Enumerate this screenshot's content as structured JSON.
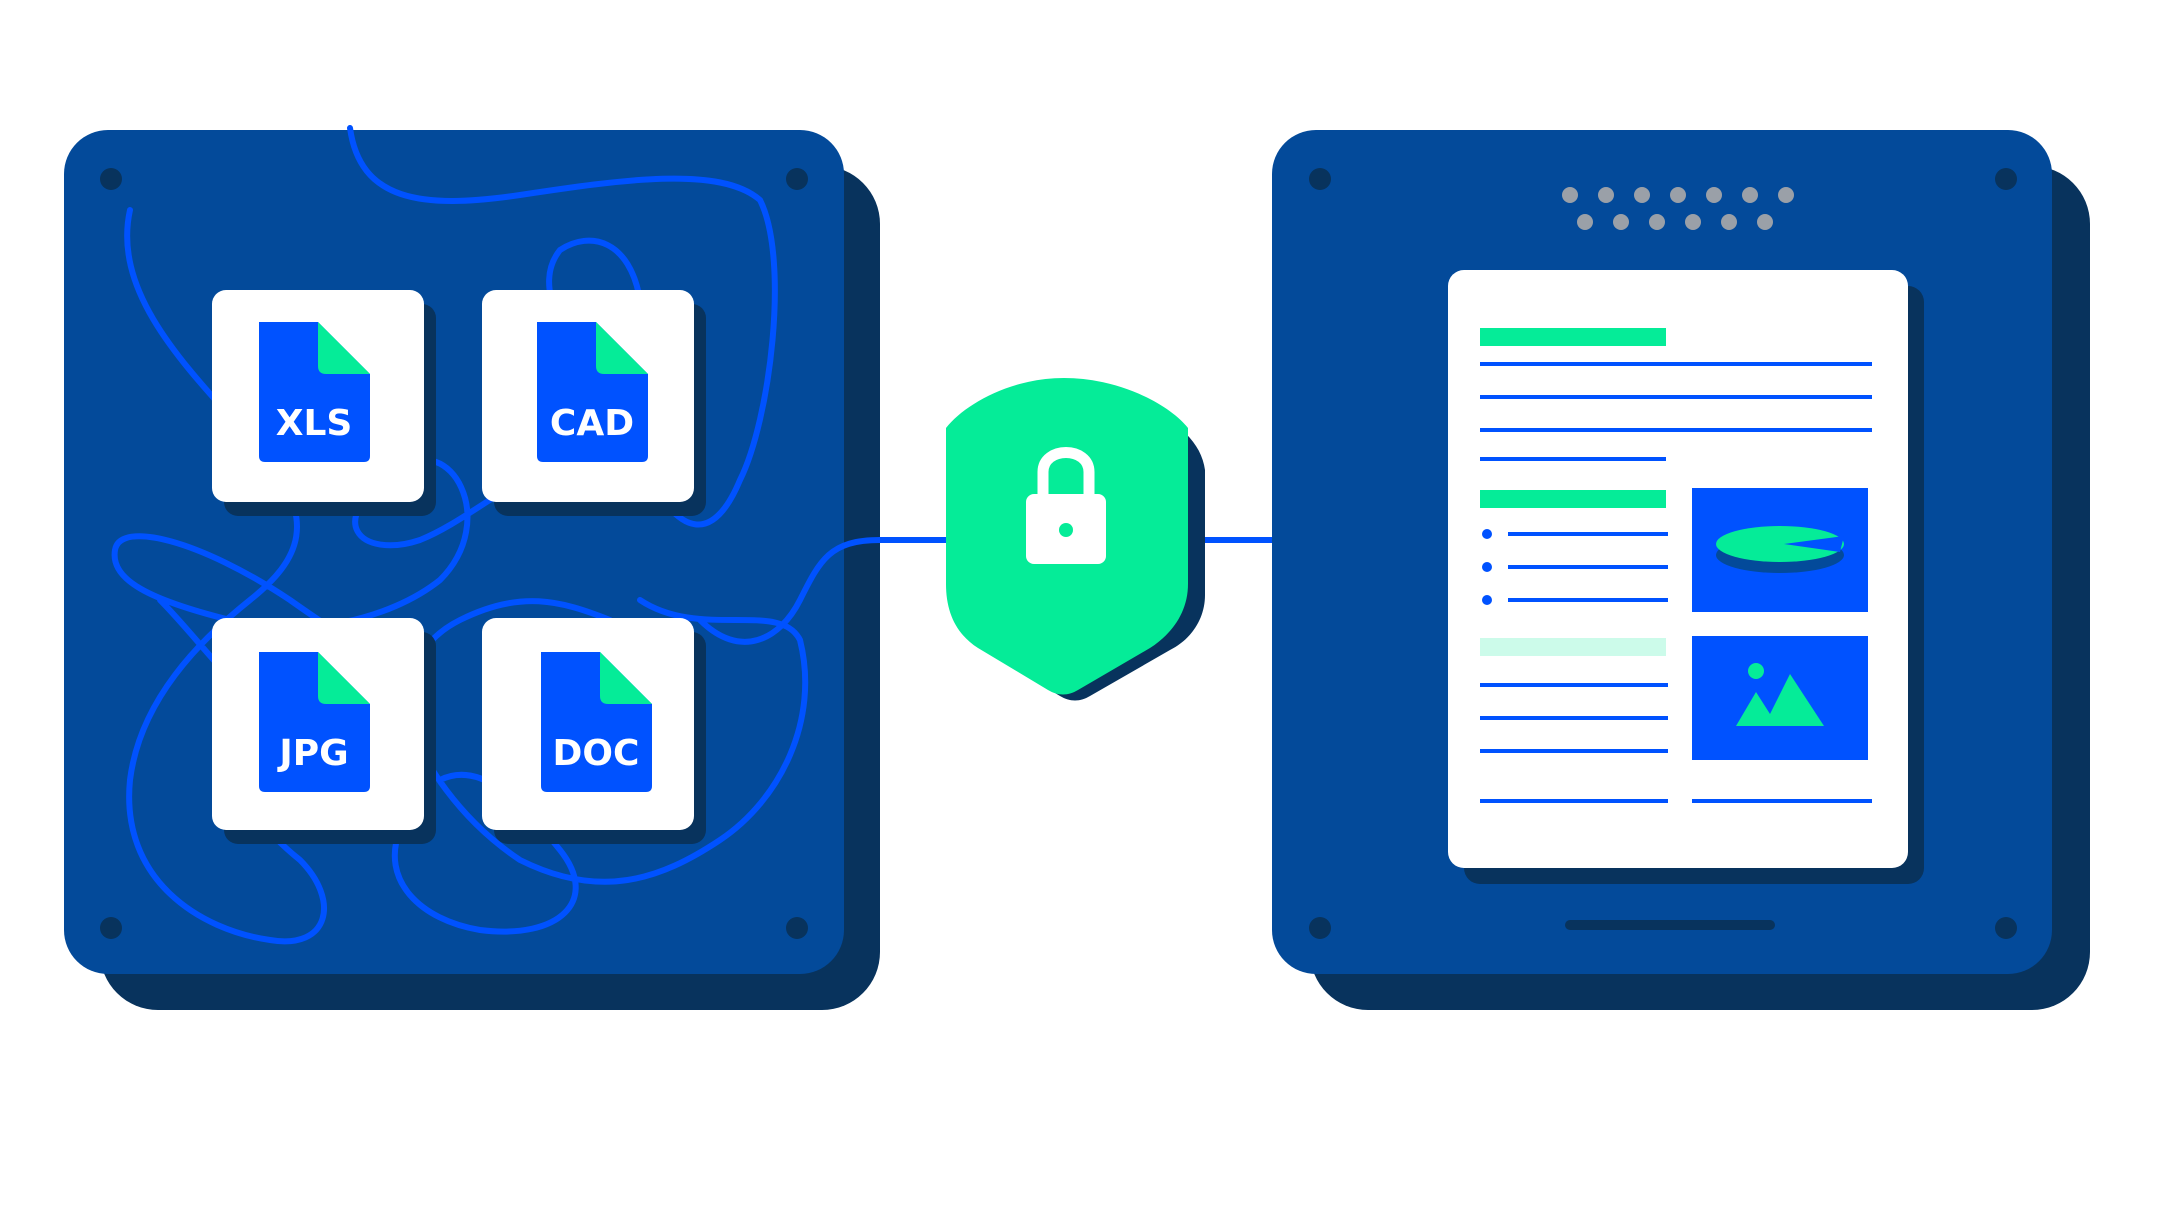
{
  "colors": {
    "background": "#ffffff",
    "panel": "#034a9a",
    "panel_shadow": "#08335d",
    "accent_blue": "#0052ff",
    "accent_green": "#05ec98",
    "light_green": "#ccfbea",
    "card": "#ffffff",
    "screw": "#08335d",
    "vent_dot": "#9aa0a8",
    "lock": "#ffffff"
  },
  "source_panel": {
    "files": [
      {
        "label": "XLS",
        "icon": "file-icon"
      },
      {
        "label": "CAD",
        "icon": "file-icon"
      },
      {
        "label": "JPG",
        "icon": "file-icon"
      },
      {
        "label": "DOC",
        "icon": "file-icon"
      }
    ]
  },
  "security": {
    "icon": "padlock-icon",
    "badge": "shield-icon"
  },
  "output_panel": {
    "document": {
      "chart_icon": "pie-chart-icon",
      "image_icon": "mountain-image-icon"
    }
  }
}
